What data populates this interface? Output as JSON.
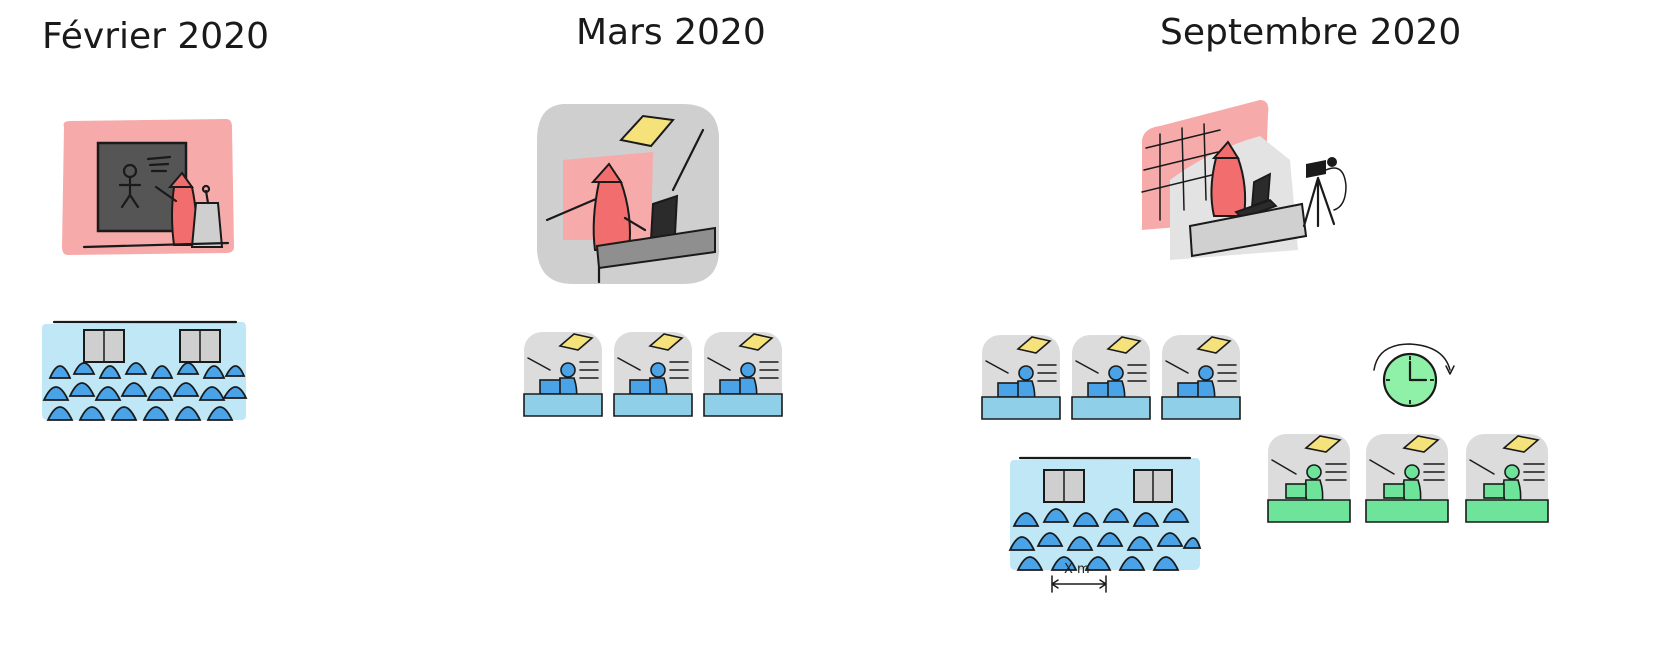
{
  "columns": [
    {
      "title": "Février 2020"
    },
    {
      "title": "Mars 2020"
    },
    {
      "title": "Septembre 2020"
    }
  ],
  "distance_label": "X m",
  "colors": {
    "teacher": "#f26d6d",
    "teacher_bg": "#f7aaaa",
    "room_gray": "#cfcfcf",
    "book": "#f5e27a",
    "student_blue": "#4aa3e6",
    "student_bg": "#bfe7f5",
    "student_green": "#6ee39a",
    "clock": "#8ff0a8"
  }
}
